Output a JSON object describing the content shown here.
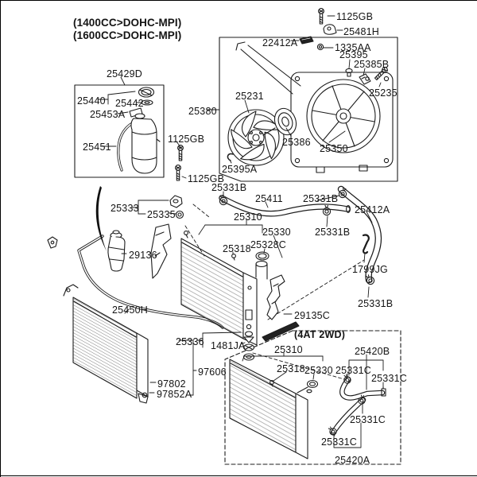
{
  "header": {
    "engine_line1": "(1400CC>DOHC-MPI)",
    "engine_line2": "(1600CC>DOHC-MPI)"
  },
  "callouts": {
    "bolt_top": "1125GB",
    "bracket_top": "25481H",
    "air_guard_strip": "22412A",
    "nut_1335": "1335AA",
    "plug_25395": "25395",
    "sensor_25385b": "25385B",
    "bolt_25235": "25235",
    "fan_25231": "25231",
    "motor_25386": "25386",
    "shroud_25350": "25350",
    "clip_25395a": "25395A",
    "tank_25429d": "25429D",
    "cap_25440": "25440",
    "packing_25442": "25442",
    "pad_25453a": "25453A",
    "hose_25451": "25451",
    "bolt_mid": "1125GB",
    "fanassy_25380": "25380",
    "bolt_low": "1125GB",
    "clamp_b1": "25331B",
    "hose_25411": "25411",
    "radiator_25310": "25310",
    "clamp_b2": "25331B",
    "hose_25412a": "25412A",
    "clamp_b3": "25331B",
    "clip_1799jg": "1799JG",
    "clamp_b4": "25331B",
    "insul_25333": "25333",
    "grommet_25335": "25335",
    "airguard_29136": "29136",
    "cap_25330": "25330",
    "cap_25328c": "25328C",
    "bolt_25318": "25318",
    "airguard_29135c": "29135C",
    "hose_25450h": "25450H",
    "drain_25336": "25336",
    "plug_1481ja": "1481JA",
    "cond_97606": "97606",
    "drier_97802": "97802",
    "bolt_97852a": "97852A",
    "group_4at": "(4AT 2WD)",
    "radiator2_25310": "25310",
    "bolt2_25318": "25318",
    "cap2_25330": "25330",
    "clamp_c1": "25331C",
    "hose_25420b": "25420B",
    "clamp_c2": "25331C",
    "clamp_c3": "25331C",
    "clamp_c4": "25331C",
    "hose_25420a": "25420A"
  },
  "colors": {
    "line": "#1c1c1c",
    "background": "#ffffff"
  }
}
